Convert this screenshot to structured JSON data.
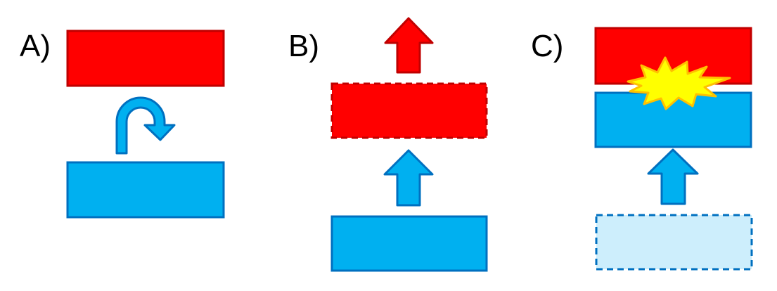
{
  "panels": [
    {
      "label": "A)"
    },
    {
      "label": "B)"
    },
    {
      "label": "C)"
    }
  ],
  "colors": {
    "red": "#ff0000",
    "red_stroke": "#c00000",
    "blue": "#00b0f0",
    "blue_stroke": "#0070c0",
    "light_blue": "#cdeefc",
    "burst_fill": "#ffff00",
    "burst_stroke": "#ffc000",
    "label": "#000000"
  },
  "icons": {
    "panel_a_arrow": "u-turn-arrow-icon",
    "panel_b_top_arrow": "up-arrow-icon",
    "panel_b_mid_arrow": "up-arrow-icon",
    "panel_c_arrow": "up-arrow-icon",
    "panel_c_impact": "explosion-burst-icon"
  }
}
